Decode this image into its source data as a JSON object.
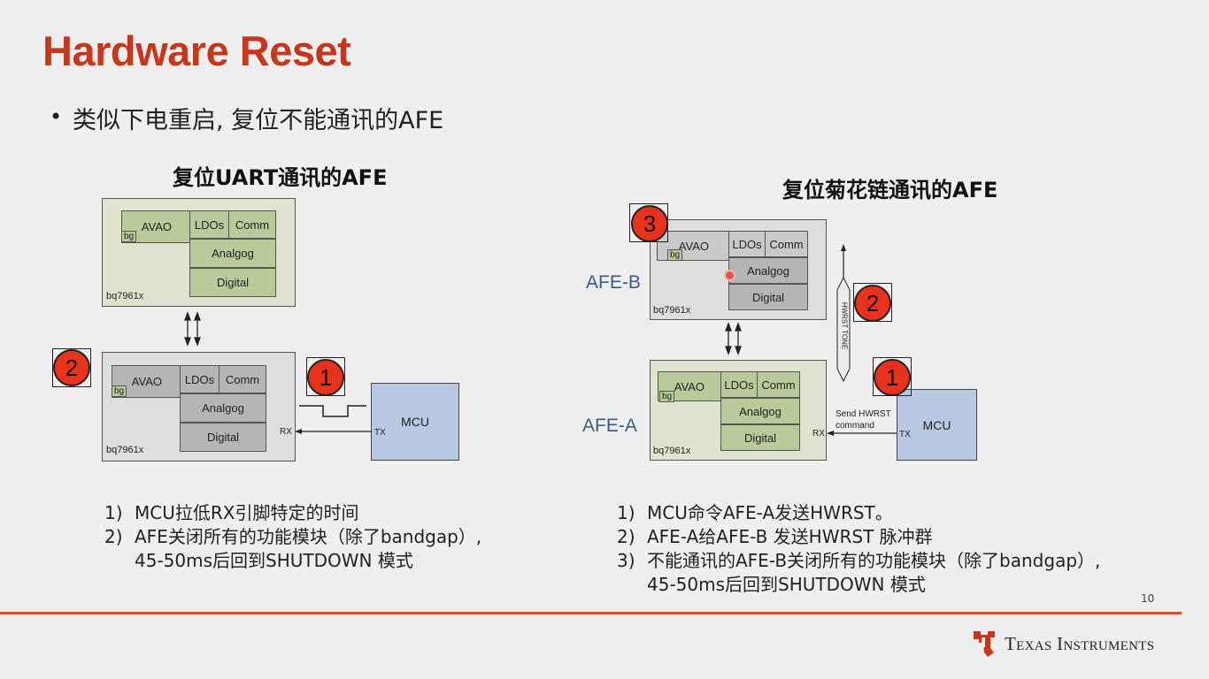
{
  "slide": {
    "title": "Hardware Reset",
    "bullet": "类似下电重启, 复位不能通讯的AFE",
    "page_number": "10"
  },
  "left_diagram": {
    "title": "复位UART通讯的AFE",
    "chip": {
      "avao": "AVAO",
      "bg": "bg",
      "ldos": "LDOs",
      "comm": "Comm",
      "analog": "Analgog",
      "digital": "Digital",
      "name": "bq7961x"
    },
    "rx": "RX",
    "tx": "TX",
    "mcu": "MCU",
    "marker1": "1",
    "marker2": "2",
    "steps": [
      {
        "num": "1)",
        "text": "MCU拉低RX引脚特定的时间"
      },
      {
        "num": "2)",
        "text": "AFE关闭所有的功能模块（除了bandgap）,"
      },
      {
        "num": "",
        "text": "45-50ms后回到SHUTDOWN 模式"
      }
    ]
  },
  "right_diagram": {
    "title": "复位菊花链通讯的AFE",
    "chip": {
      "avao": "AVAO",
      "bg": "bg",
      "ldos": "LDOs",
      "comm": "Comm",
      "analog": "Analgog",
      "digital": "Digital",
      "name": "bq7961x"
    },
    "afe_b": "AFE-B",
    "afe_a": "AFE-A",
    "rx": "RX",
    "tx": "TX",
    "mcu": "MCU",
    "hwrst_tone": "HWRST TONE",
    "send_cmd_1": "Send HWRST",
    "send_cmd_2": "command",
    "marker1": "1",
    "marker2": "2",
    "marker3": "3",
    "steps": [
      {
        "num": "1)",
        "text": "MCU命令AFE-A发送HWRST。"
      },
      {
        "num": "2)",
        "text": "AFE-A给AFE-B 发送HWRST 脉冲群"
      },
      {
        "num": "3)",
        "text": "不能通讯的AFE-B关闭所有的功能模块（除了bandgap）,"
      },
      {
        "num": "",
        "text": "45-50ms后回到SHUTDOWN 模式"
      }
    ]
  },
  "footer": {
    "brand": "Texas Instruments",
    "brand_color": "#c8371c",
    "rule_color": "#d5502c"
  }
}
